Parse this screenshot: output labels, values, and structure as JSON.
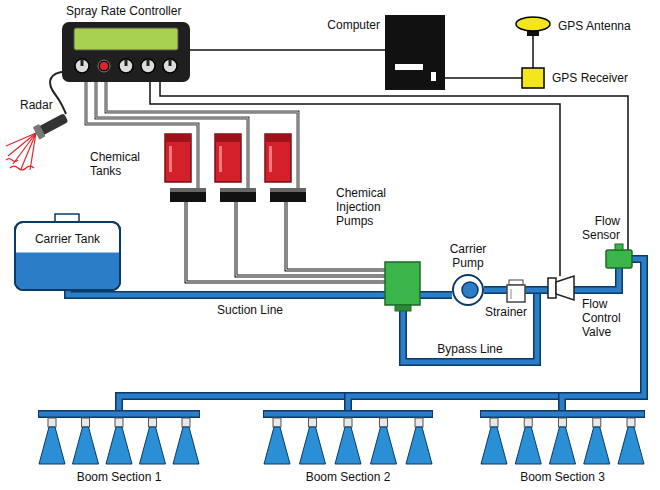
{
  "diagram": {
    "nodes": [
      {
        "text": [
          "Spray Rate Controller"
        ]
      },
      {
        "text": [
          "Computer"
        ]
      },
      {
        "text": [
          "GPS Antenna"
        ]
      },
      {
        "text": [
          "GPS Receiver"
        ]
      },
      {
        "text": [
          "Radar"
        ]
      },
      {
        "text": [
          "Carrier Tank"
        ]
      },
      {
        "text": [
          "Carrier Pump"
        ]
      },
      {
        "text": [
          "Strainer"
        ]
      },
      {
        "text": [
          "Flow Control Valve"
        ]
      },
      {
        "text": [
          "Flow Sensor"
        ]
      },
      {
        "text": [
          "Boom Section 1"
        ]
      },
      {
        "text": [
          "Boom Section 2"
        ]
      },
      {
        "text": [
          "Boom Section 3"
        ]
      }
    ],
    "edges": [
      {
        "from": 0,
        "to": 1,
        "arrow": "none"
      },
      {
        "from": 0,
        "to": 8,
        "arrow": "none"
      },
      {
        "from": 0,
        "to": 9,
        "arrow": "none"
      },
      {
        "from": 1,
        "to": 3,
        "arrow": "none"
      },
      {
        "from": 2,
        "to": 3,
        "arrow": "none"
      },
      {
        "from": 4,
        "to": 0,
        "arrow": "none"
      },
      {
        "from": 5,
        "to": 6,
        "label": "Suction Line",
        "arrow": "none"
      },
      {
        "from": 6,
        "to": 7,
        "arrow": "none"
      },
      {
        "from": 7,
        "to": 8,
        "arrow": "none"
      },
      {
        "from": 8,
        "to": 9,
        "arrow": "none"
      },
      {
        "from": 9,
        "to": 10,
        "arrow": "none"
      },
      {
        "from": 9,
        "to": 11,
        "arrow": "none"
      },
      {
        "from": 9,
        "to": 12,
        "arrow": "none"
      }
    ],
    "labels": [
      "Chemical Tanks",
      "Chemical Injection Pumps",
      "Bypass Line"
    ]
  }
}
